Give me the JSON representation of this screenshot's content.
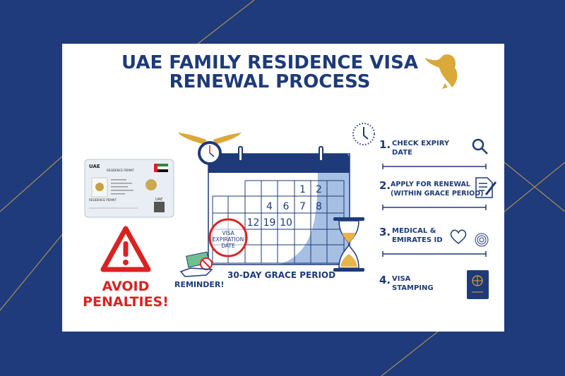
{
  "title": {
    "line1": "UAE FAMILY RESIDENCE VISA",
    "line2": "RENEWAL PROCESS"
  },
  "colors": {
    "navy": "#1e3a78",
    "background": "#1f3b7b",
    "gold": "#d9a93a",
    "red": "#d92323",
    "light_blue": "#8fb0dc"
  },
  "id_card": {
    "country": "UAE",
    "title": "RESIDENCE PERMIT",
    "footer": "UAE"
  },
  "warning": {
    "icon": "warning-triangle-icon",
    "line1": "AVOID",
    "line2": "PENALTIES!"
  },
  "calendar": {
    "row1": [
      "",
      "",
      "",
      "",
      "1",
      "2",
      ""
    ],
    "row2": [
      "",
      "",
      "",
      "4",
      "6",
      "7",
      "8",
      ""
    ],
    "row3": [
      "",
      "",
      "12",
      "19",
      "10",
      "",
      "",
      ""
    ],
    "expiration_label": [
      "VISA",
      "EXPIRATION",
      "DATE"
    ],
    "grace_label": "30-DAY GRACE PERIOD",
    "reminder_label": "REMINDER!"
  },
  "steps": [
    {
      "number": "1.",
      "lines": [
        "CHECK EXPIRY",
        "DATE"
      ],
      "icon": "magnifier-icon"
    },
    {
      "number": "2.",
      "lines": [
        "APPLY FOR RENEWAL",
        "(WITHIN GRACE PERIOD)"
      ],
      "icon": "document-pen-icon"
    },
    {
      "number": "3.",
      "lines": [
        "MEDICAL &",
        "EMIRATES ID"
      ],
      "icon": "heart-fingerprint-icon"
    },
    {
      "number": "4.",
      "lines": [
        "VISA",
        "STAMPING"
      ],
      "icon": "passport-icon"
    }
  ]
}
